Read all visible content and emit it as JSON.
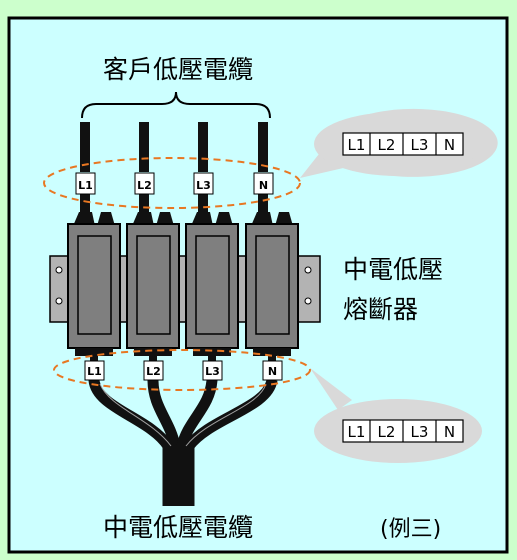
{
  "colors": {
    "page_background": "#ccffcc",
    "panel_background": "#ccffff",
    "panel_border": "#000000",
    "cable": "#111111",
    "fuse_body": "#7f7f7f",
    "mount_rail": "#b3b3b3",
    "dashed_outline": "#e87722",
    "callout_bubble": "#d9d9d9"
  },
  "diagram": {
    "title_top": "客戶低壓電纜",
    "title_bottom": "中電低壓電纜",
    "fuse_label": [
      "中電低壓",
      "熔斷器"
    ],
    "example_label": "(例三)",
    "phase_labels_top": [
      "L1",
      "L2",
      "L3",
      "N"
    ],
    "phase_labels_bottom": [
      "L1",
      "L2",
      "L3",
      "N"
    ],
    "callout_top_cells": [
      "L1",
      "L2",
      "L3",
      "N"
    ],
    "callout_bottom_cells": [
      "L1",
      "L2",
      "L3",
      "N"
    ]
  }
}
